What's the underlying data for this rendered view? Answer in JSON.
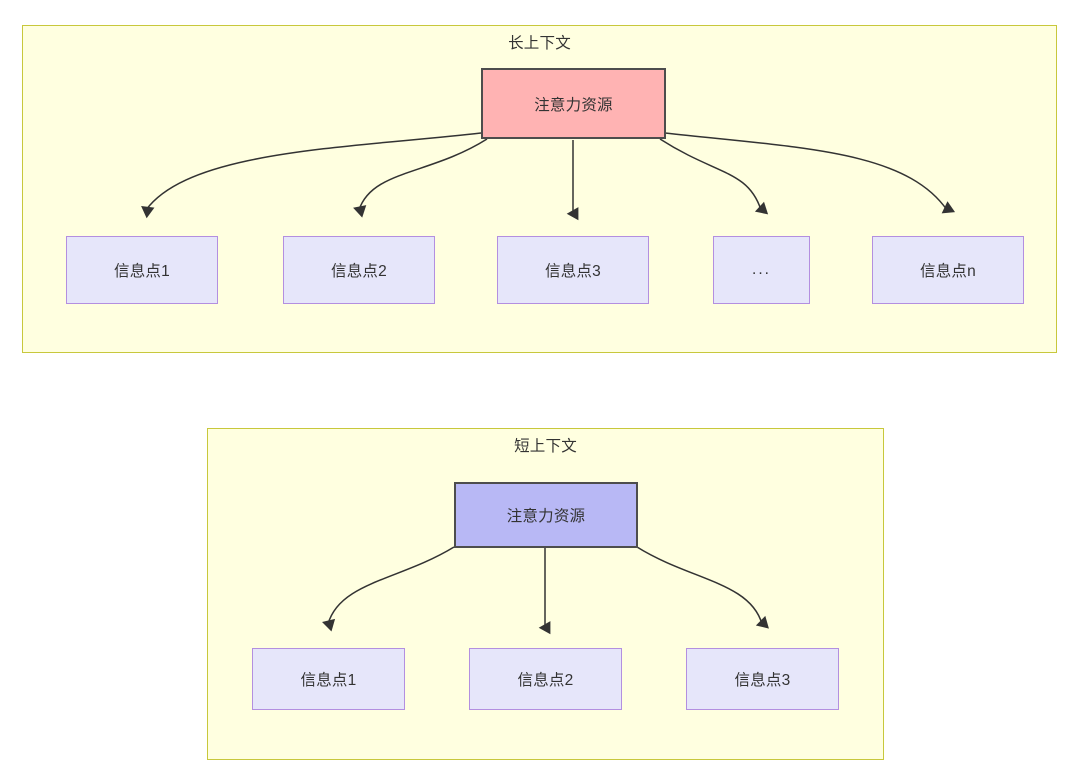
{
  "diagram": {
    "type": "flow-diagram",
    "title_long": "长上下文",
    "title_short": "短上下文",
    "colors": {
      "group_fill": "#FFFFE0",
      "group_border": "#C8C83C",
      "attention_long_fill": "#FFB3B3",
      "attention_short_fill": "#B8B8F5",
      "node_fill": "#E6E6FA",
      "node_border": "#B38FE0",
      "edge_stroke": "#333333",
      "text": "#333333"
    }
  },
  "long_context": {
    "title": "长上下文",
    "root": {
      "label": "注意力资源"
    },
    "children": [
      {
        "label": "信息点1"
      },
      {
        "label": "信息点2"
      },
      {
        "label": "信息点3"
      },
      {
        "label": "..."
      },
      {
        "label": "信息点n"
      }
    ]
  },
  "short_context": {
    "title": "短上下文",
    "root": {
      "label": "注意力资源"
    },
    "children": [
      {
        "label": "信息点1"
      },
      {
        "label": "信息点2"
      },
      {
        "label": "信息点3"
      }
    ]
  }
}
